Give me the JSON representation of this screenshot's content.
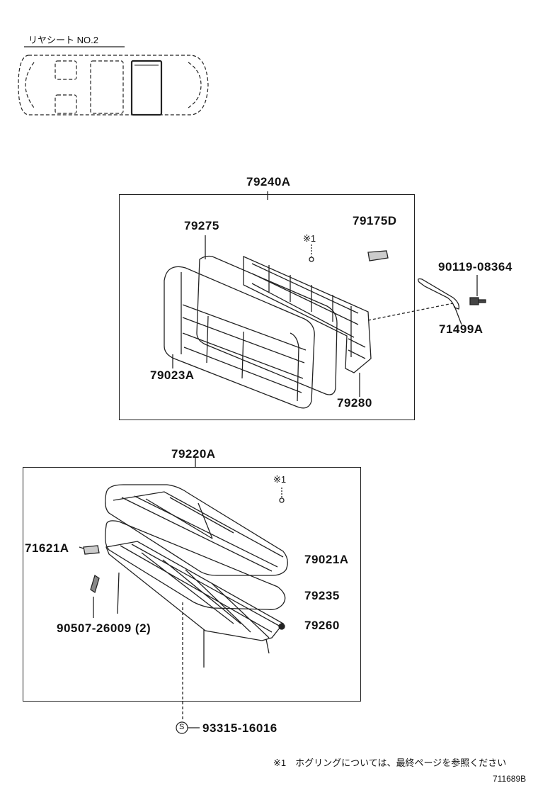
{
  "header": {
    "view_label": "リヤシート NO.2"
  },
  "upper_group": {
    "assembly": "79240A",
    "parts": {
      "back_cover": "79275",
      "pad": "79175D",
      "bolt": "90119-08364",
      "hinge": "71499A",
      "back_assy": "79023A",
      "frame": "79280",
      "hog_ring_mark": "※1"
    }
  },
  "lower_group": {
    "assembly": "79220A",
    "parts": {
      "hog_ring_mark": "※1",
      "pad": "71621A",
      "cushion_assy": "79021A",
      "cushion_pad": "79235",
      "frame": "79260",
      "bolt": "90507-26009 (2)",
      "nut": "93315-16016",
      "nut_symbol": "S"
    }
  },
  "footnote": {
    "text": "※1　ホグリングについては、最終ページを参照ください"
  },
  "figure_id": "711689B"
}
